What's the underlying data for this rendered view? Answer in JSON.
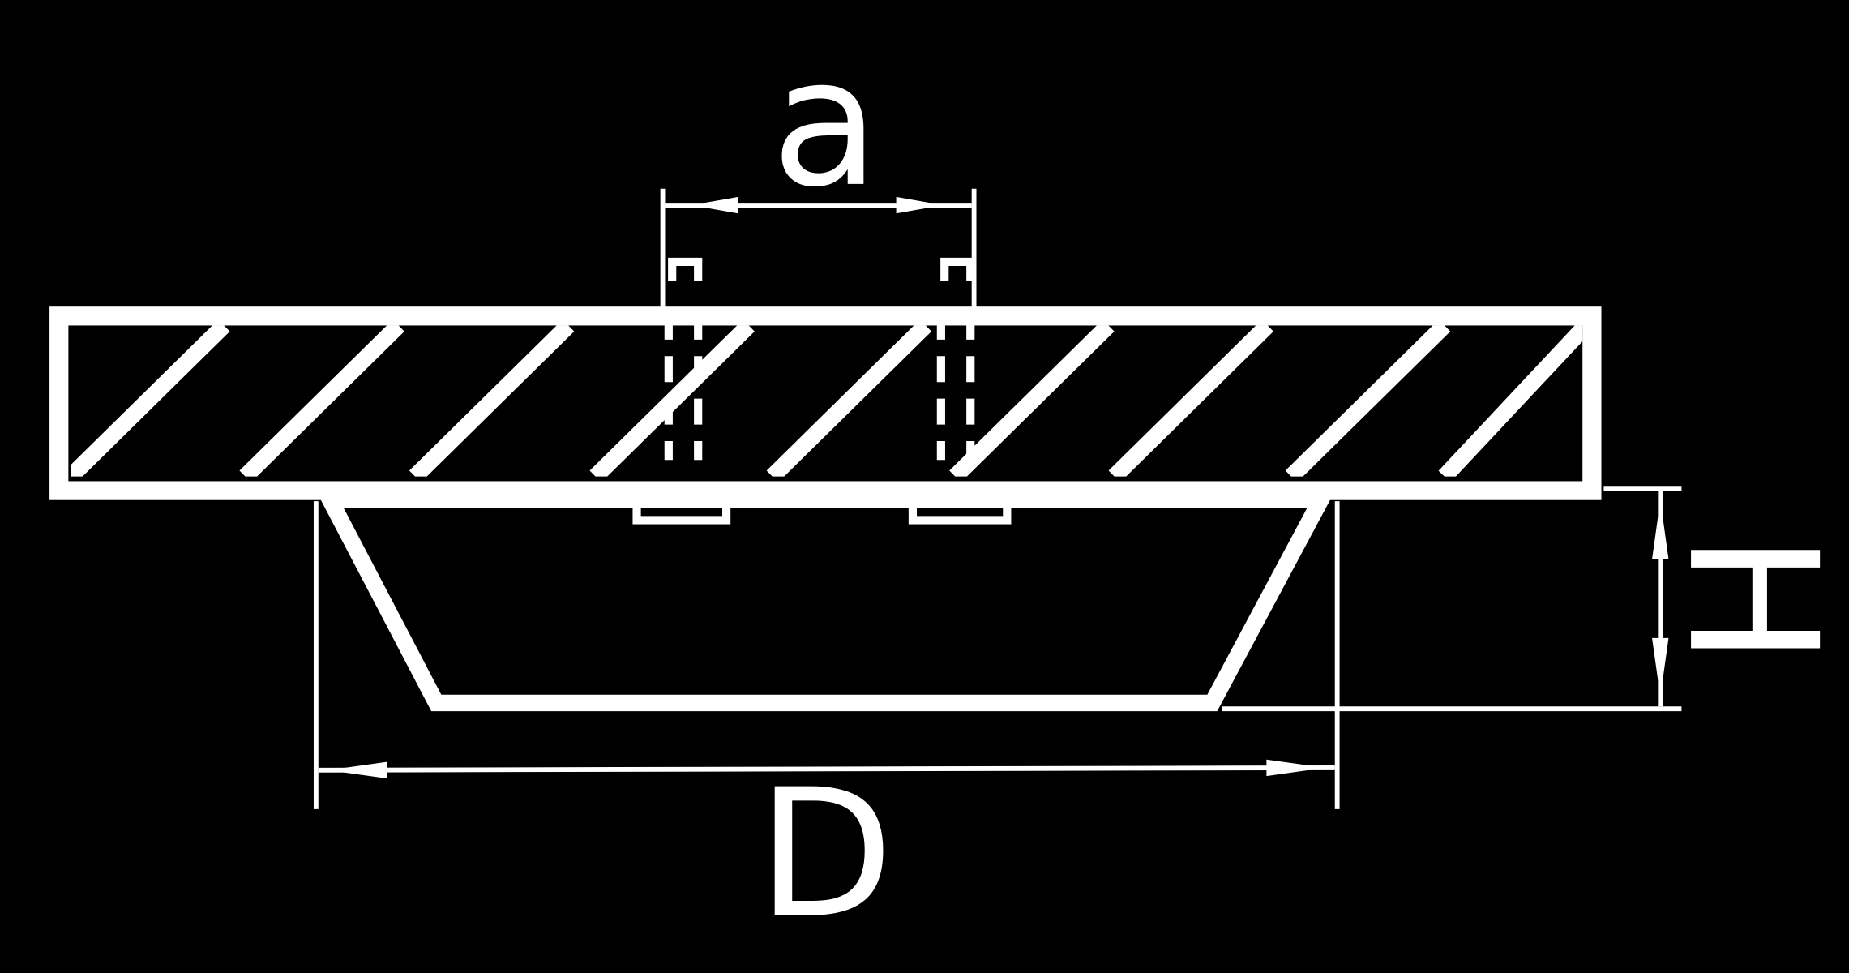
{
  "colors": {
    "background": "#000000",
    "line": "#ffffff"
  },
  "labels": {
    "hole_spacing": "a",
    "diameter": "D",
    "height": "H"
  }
}
